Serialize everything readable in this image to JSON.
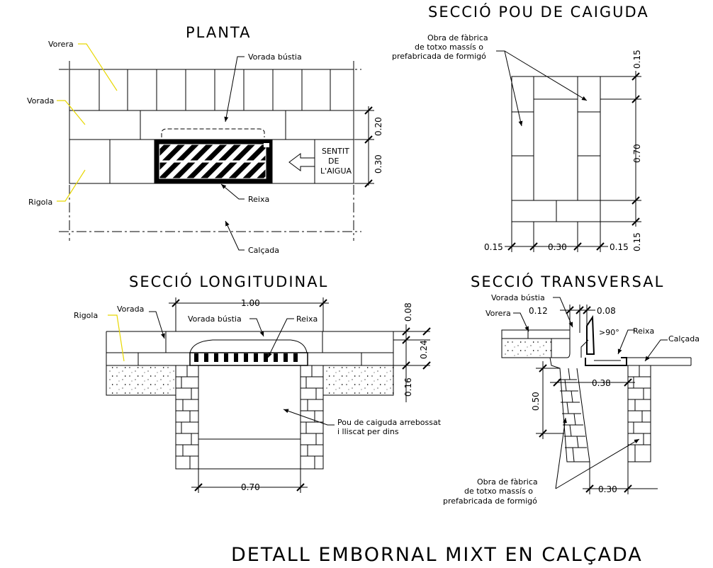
{
  "titles": {
    "planta": "PLANTA",
    "seccio_pou": "SECCIÓ POU DE CAIGUDA",
    "seccio_longitudinal": "SECCIÓ LONGITUDINAL",
    "seccio_transversal": "SECCIÓ TRANSVERSAL",
    "main": "DETALL EMBORNAL MIXT EN CALÇADA"
  },
  "planta": {
    "vorera": "Vorera",
    "vorada": "Vorada",
    "rigola": "Rigola",
    "vorada_bustia": "Vorada bústia",
    "reixa": "Reixa",
    "calcada": "Calçada",
    "sentit_1": "SENTIT",
    "sentit_2": "DE",
    "sentit_3": "L'AIGUA",
    "dim_020": "0.20",
    "dim_030": "0.30"
  },
  "pou": {
    "obra_1": "Obra de fàbrica",
    "obra_2": "de totxo massís o",
    "obra_3": "prefabricada de formigó",
    "dim_top": "0.15",
    "dim_mid": "0.70",
    "dim_bot": "0.15",
    "dim_left": "0.15",
    "dim_center": "0.30",
    "dim_right": "0.15"
  },
  "longitudinal": {
    "rigola": "Rigola",
    "vorada": "Vorada",
    "vorada_bustia": "Vorada bústia",
    "reixa": "Reixa",
    "pou_1": "Pou de caiguda arrebossat",
    "pou_2": "i lliscat per dins",
    "dim_100": "1.00",
    "dim_070": "0.70",
    "dim_008": "0.08",
    "dim_024": "0.24",
    "dim_016": "0.16"
  },
  "transversal": {
    "vorada_bustia": "Vorada bústia",
    "vorera": "Vorera",
    "reixa": "Reixa",
    "calcada": "Calçada",
    "angle": ">90°",
    "dim_012": "0.12",
    "dim_008": "0.08",
    "dim_038": "0.38",
    "dim_050": "0.50",
    "dim_030": "0.30",
    "obra_1": "Obra de fàbrica",
    "obra_2": "de totxo massís o",
    "obra_3": "prefabricada de formigó"
  }
}
